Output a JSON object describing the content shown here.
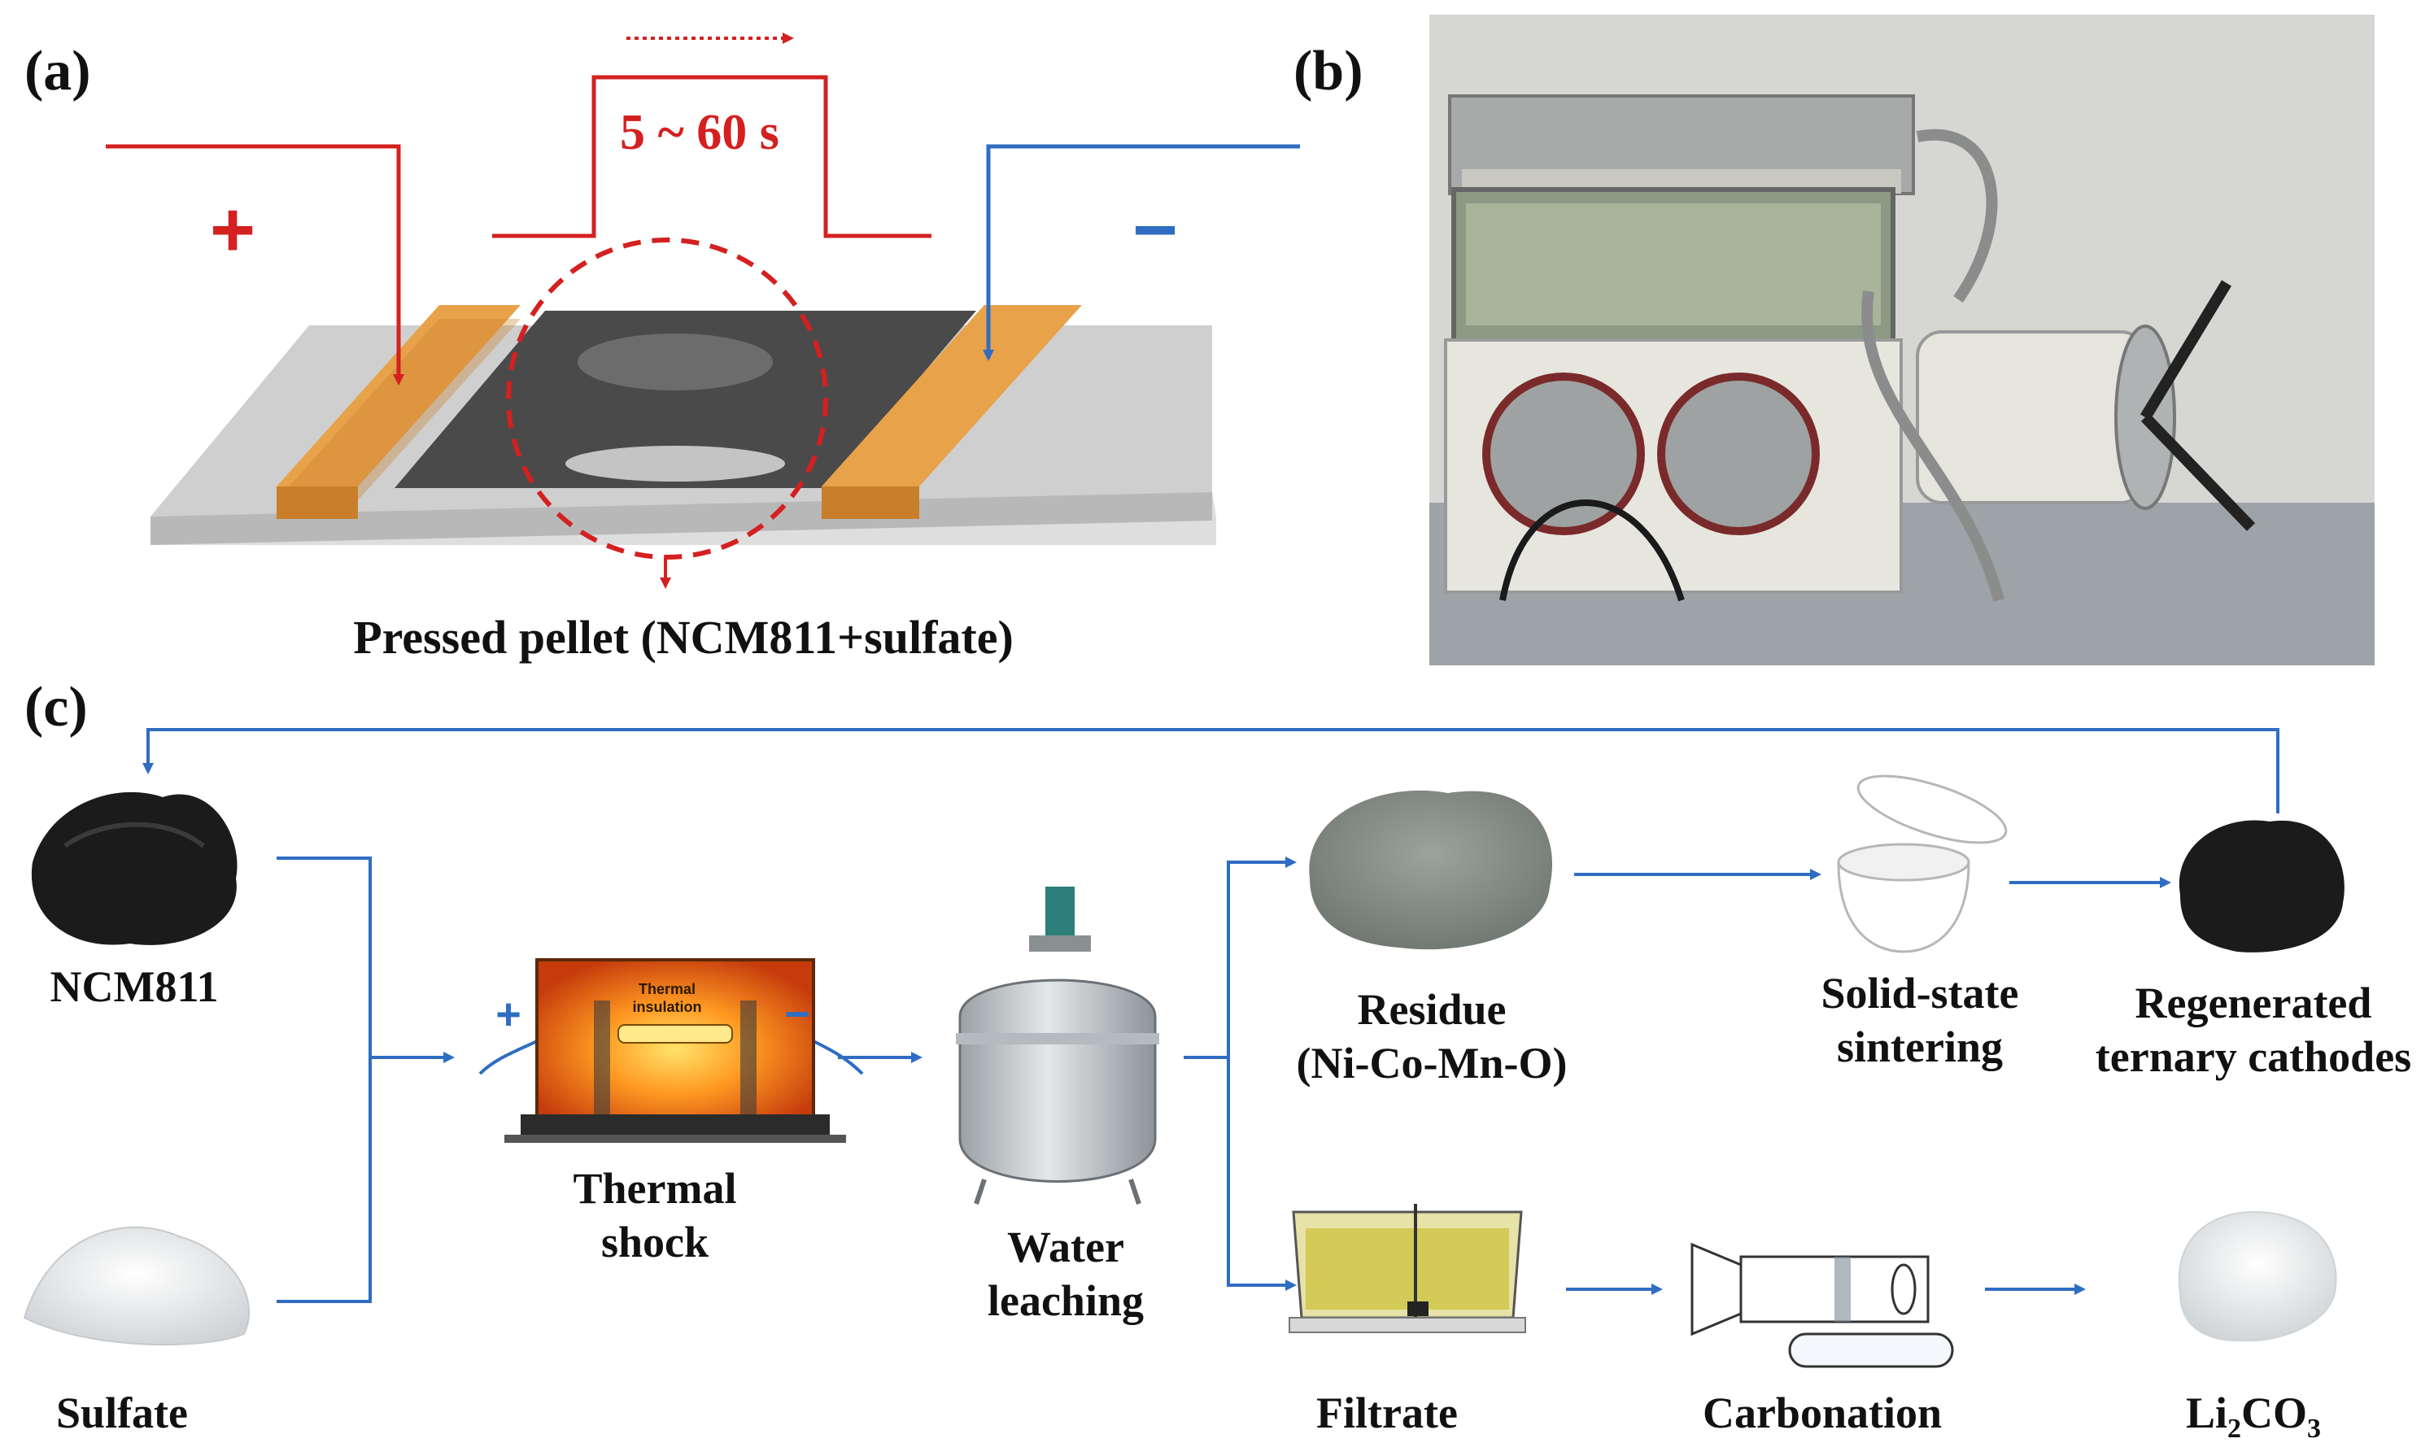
{
  "panels": {
    "a": {
      "label": "(a)",
      "pulse_label": "5 ~ 60 s",
      "plus_sign": "+",
      "minus_sign": "−",
      "pellet_caption": "Pressed pellet (NCM811+sulfate)"
    },
    "b": {
      "label": "(b)",
      "photo_subject": "glovebox-apparatus"
    },
    "c": {
      "label": "(c)",
      "nodes": {
        "ncm811": "NCM811",
        "sulfate": "Sulfate",
        "thermal_shock_line1": "Thermal",
        "thermal_shock_line2": "shock",
        "furnace_text_line1": "Thermal",
        "furnace_text_line2": "insulation",
        "furnace_plus": "+",
        "furnace_minus": "−",
        "water_leaching_line1": "Water",
        "water_leaching_line2": "leaching",
        "residue_line1": "Residue",
        "residue_line2": "(Ni-Co-Mn-O)",
        "sintering_line1": "Solid-state",
        "sintering_line2": "sintering",
        "regenerated_line1": "Regenerated",
        "regenerated_line2": "ternary cathodes",
        "filtrate": "Filtrate",
        "carbonation": "Carbonation",
        "product_base": "Li",
        "product_sub1": "2",
        "product_mid": "CO",
        "product_sub2": "3"
      }
    }
  },
  "colors": {
    "positive": "#d42020",
    "negative": "#2f6dc2",
    "arrow": "#2f6dc2",
    "electrode": "#e8a24a",
    "pellet": "#4a4a4a",
    "substrate": "#d4d4d4"
  }
}
